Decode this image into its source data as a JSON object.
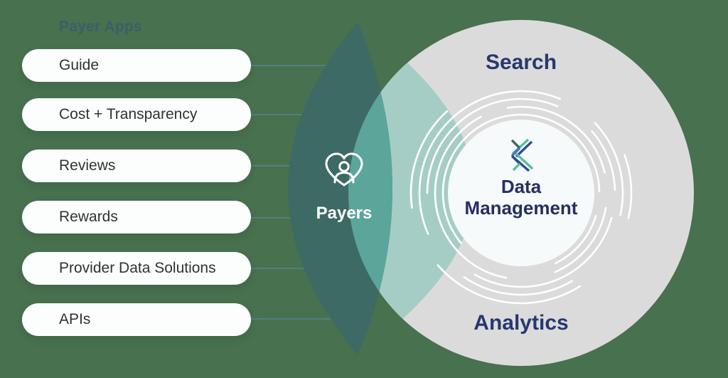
{
  "page": {
    "background_color": "#48714F"
  },
  "title": {
    "text": "Payer Apps",
    "color": "#3A5F69"
  },
  "pills": {
    "items": [
      "Guide",
      "Cost + Transparency",
      "Reviews",
      "Rewards",
      "Provider Data Solutions",
      "APIs"
    ]
  },
  "hub": {
    "payers_label": "Payers",
    "search_label": "Search",
    "analytics_label": "Analytics",
    "center_line1": "Data",
    "center_line2": "Management",
    "icons": {
      "payers": "heart-with-person-icon",
      "center": "brand-k-logo-icon"
    },
    "colors": {
      "outer_circle_gray": "#DCDBDB",
      "inner_circle_white": "#F6FAFA",
      "lens_dark_teal": "#3D6A64",
      "lens_medium_teal": "#5CA59B",
      "lens_light_teal": "#A5CDC6",
      "label_navy": "#26386F",
      "center_navy": "#252F60",
      "payers_text": "#FFFFFF",
      "connector_line": "#527F80",
      "arc_white": "#FFFFFF"
    }
  }
}
